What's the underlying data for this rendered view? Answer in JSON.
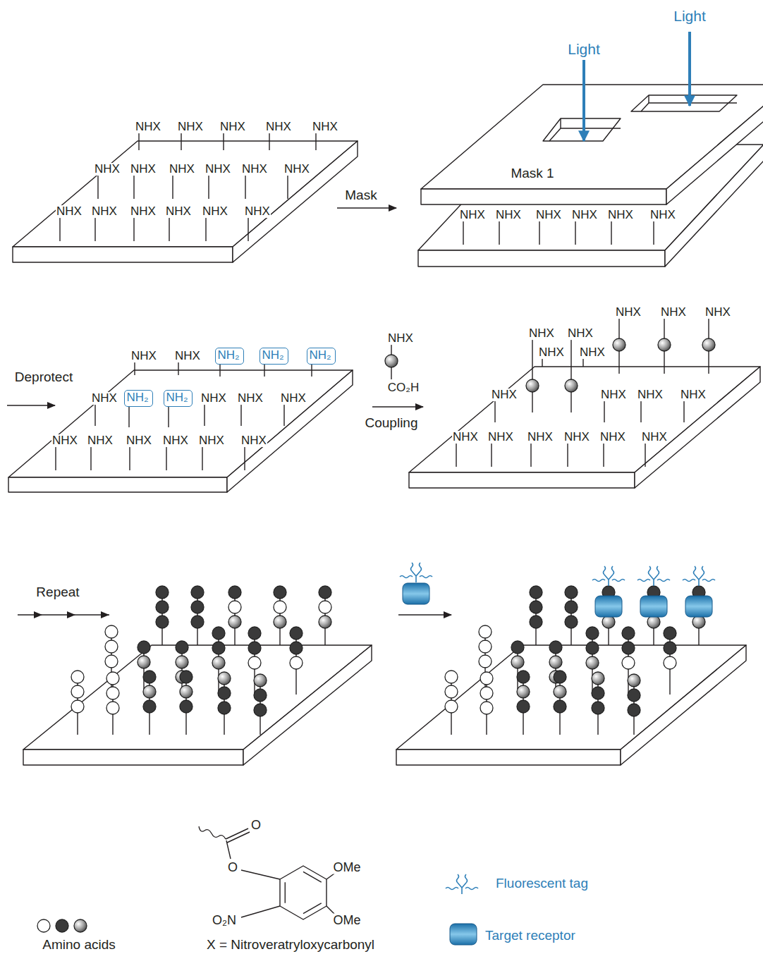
{
  "diagram": {
    "nodes": [
      {
        "text": [
          "NH₂"
        ]
      },
      {
        "text": [
          "NH₂"
        ]
      },
      {
        "text": [
          "NH₂"
        ]
      },
      {
        "text": [
          "NH₂"
        ]
      },
      {
        "text": [
          "NH₂"
        ]
      }
    ],
    "labels": [
      "NHX",
      "NHX",
      "NHX",
      "NHX",
      "NHX",
      "NHX",
      "NHX",
      "NHX",
      "NHX",
      "NHX",
      "NHX",
      "NHX",
      "NHX",
      "NHX",
      "NHX",
      "NHX",
      "NHX",
      "NHX",
      "NHX",
      "NHX",
      "NHX",
      "NHX",
      "NHX",
      "Light",
      "Light",
      "Mask 1",
      "Mask",
      "Deprotect",
      "NHX",
      "NHX",
      "NHX",
      "NHX",
      "NHX",
      "NHX",
      "NHX",
      "NHX",
      "NHX",
      "NHX",
      "NHX",
      "NHX",
      "NHX",
      "CO₂H",
      "Coupling",
      "NHX",
      "NHX",
      "NHX",
      "NHX",
      "NHX",
      "NHX",
      "NHX",
      "NHX",
      "NHX",
      "NHX",
      "NHX",
      "NHX",
      "NHX",
      "NHX",
      "NHX",
      "NHX",
      "NHX",
      "Repeat",
      "O",
      "O",
      "OMe",
      "OMe",
      "O₂N",
      "X = Nitroveratryloxycarbonyl"
    ],
    "legend": [
      {
        "text": "Amino acids"
      },
      {
        "text": "Fluorescent tag"
      },
      {
        "text": "Target receptor"
      }
    ]
  }
}
